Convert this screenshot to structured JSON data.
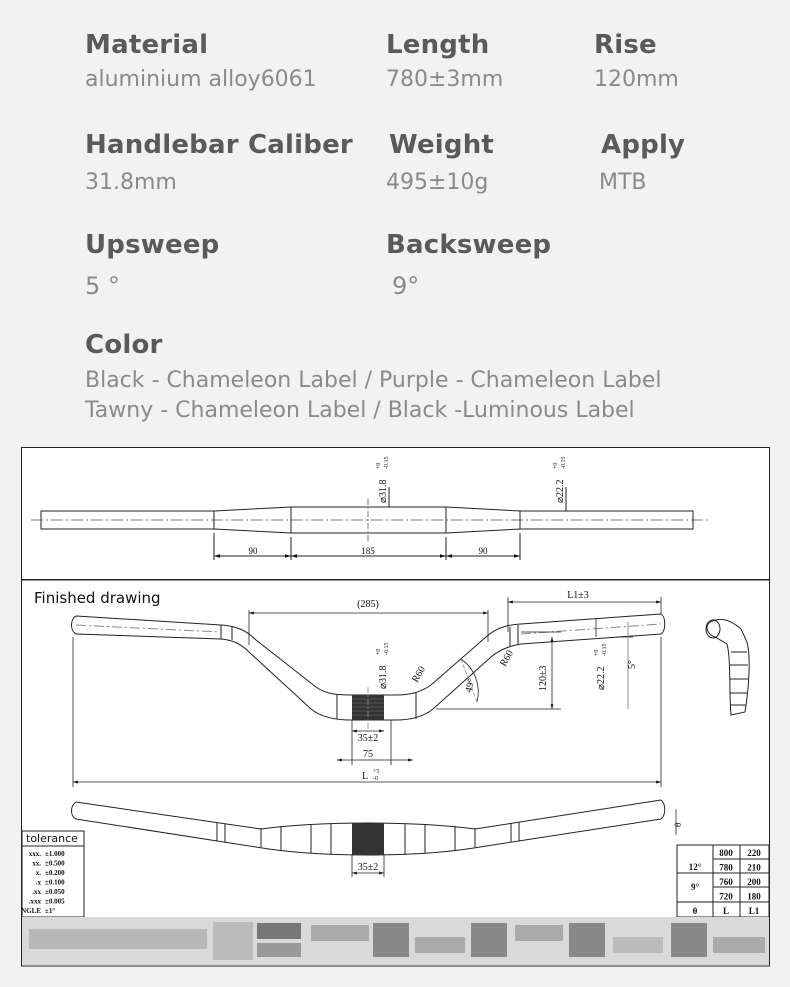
{
  "specs": {
    "material": {
      "label": "Material",
      "value": "aluminium alloy6061"
    },
    "length": {
      "label": "Length",
      "value": "780±3mm"
    },
    "rise": {
      "label": "Rise",
      "value": "120mm"
    },
    "caliber": {
      "label": "Handlebar Caliber",
      "value": "31.8mm"
    },
    "weight": {
      "label": "Weight",
      "value": "495±10g"
    },
    "apply": {
      "label": "Apply",
      "value": "MTB"
    },
    "upsweep": {
      "label": "Upsweep",
      "value": "5 °"
    },
    "backsweep": {
      "label": "Backsweep",
      "value": "9°"
    }
  },
  "color": {
    "label": "Color",
    "line1": "Black - Chameleon Label / Purple - Chameleon Label",
    "line2": "Tawny - Chameleon Label / Black -Luminous Label"
  },
  "drawing": {
    "top_view": {
      "clamp_dia": "⌀31.8",
      "clamp_tol": "-0.15",
      "end_dia": "⌀22.2",
      "end_tol": "-0.15",
      "tol_zero": "+0",
      "dim_left": "90",
      "dim_center": "185",
      "dim_right": "90"
    },
    "front_view": {
      "title": "Finished drawing",
      "dim_span": "(285)",
      "dim_l1": "L1±3",
      "clamp_dia": "⌀31.8",
      "clamp_tol": "-0.15",
      "radius1": "R60",
      "radius2": "R60",
      "angle": "49°",
      "rise": "120±3",
      "end_dia": "⌀22.2",
      "end_tol": "-0.15",
      "tol_zero": "+0",
      "upsweep": "5°",
      "clamp_width": "35±2",
      "inner_width": "75",
      "overall_length": "L",
      "overall_tol_plus": "+5",
      "overall_tol_minus": "-0"
    },
    "back_view": {
      "clamp_width": "35±2",
      "angle": "θ"
    },
    "tolerance": {
      "title": "tolerance",
      "rows": [
        [
          "xxx.",
          "±1.000"
        ],
        [
          "xx.",
          "±0.500"
        ],
        [
          "x.",
          "±0.200"
        ],
        [
          ".x",
          "±0.100"
        ],
        [
          ".xx",
          "±0.050"
        ],
        [
          ".xxx",
          "±0.005"
        ],
        [
          "ANGLE",
          "±1°"
        ]
      ]
    },
    "size_table": {
      "angles": [
        "12°",
        "9°"
      ],
      "rows": [
        [
          "800",
          "220"
        ],
        [
          "780",
          "210"
        ],
        [
          "760",
          "200"
        ],
        [
          "720",
          "180"
        ]
      ],
      "footer": [
        "θ",
        "L",
        "L1"
      ]
    }
  }
}
